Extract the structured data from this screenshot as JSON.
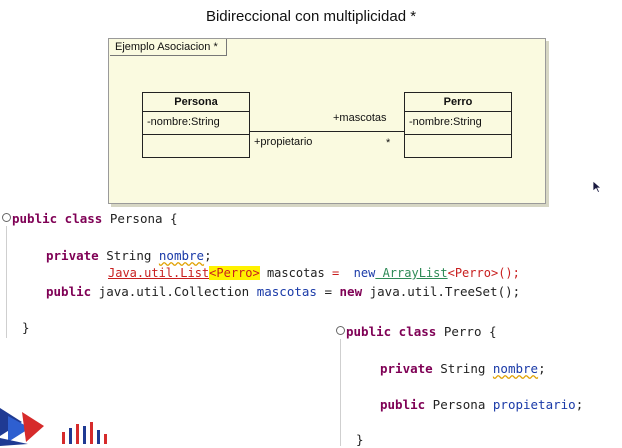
{
  "slide": {
    "title": "Bidireccional con multiplicidad *"
  },
  "diagram": {
    "tab_label": "Ejemplo Asociacion *",
    "persona": {
      "name": "Persona",
      "attribute": "-nombre:String"
    },
    "perro": {
      "name": "Perro",
      "attribute": "-nombre:String"
    },
    "role_mascotas": "+mascotas",
    "role_propietario": "+propietario",
    "multiplicity": "*"
  },
  "code_persona": {
    "l1_kw": "public class",
    "l1_name": " Persona {",
    "l2_kw": "private",
    "l2_type": " String ",
    "l2_field": "nombre",
    "l2_end": ";",
    "l3_type": "Java.util.List",
    "l3_generic": "<Perro>",
    "l3_field": " mascotas",
    "l3_eq": " =  ",
    "l3_new": "new",
    "l3_ctor": " ArrayList",
    "l3_ctor_generic": "<Perro>",
    "l3_end": "();",
    "l4_kw": "public",
    "l4_type": " java.util.Collection ",
    "l4_field": "mascotas",
    "l4_eq": " = ",
    "l4_new": "new",
    "l4_rest": " java.util.TreeSet();",
    "close": "}"
  },
  "code_perro": {
    "l1_kw": "public class",
    "l1_name": " Perro {",
    "l2_kw": "private",
    "l2_type": " String ",
    "l2_field": "nombre",
    "l2_end": ";",
    "l3_kw": "public",
    "l3_type": " Persona ",
    "l3_field": "propietario",
    "l3_end": ";",
    "close": "}"
  },
  "colors": {
    "keyword": "#7f0055",
    "field": "#1a3aa8",
    "highlight": "#fff200",
    "diagram_bg": "#fafae0"
  }
}
